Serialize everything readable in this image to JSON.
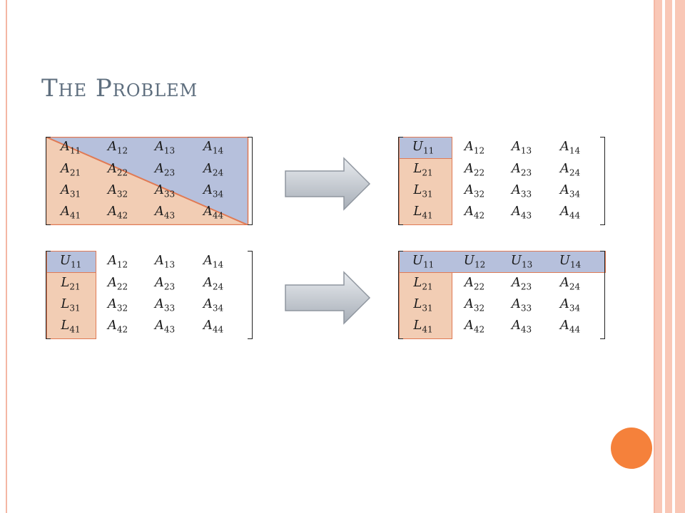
{
  "slide": {
    "title": "The Problem"
  },
  "colors": {
    "orange_fill": "#f2cdb4",
    "orange_border": "#e07a54",
    "blue_fill": "#b6c0dc",
    "accent_circle": "#f5813b"
  },
  "matrices": [
    {
      "cells": [
        [
          "A",
          "11"
        ],
        [
          "A",
          "12"
        ],
        [
          "A",
          "13"
        ],
        [
          "A",
          "14"
        ],
        [
          "A",
          "21"
        ],
        [
          "A",
          "22"
        ],
        [
          "A",
          "23"
        ],
        [
          "A",
          "24"
        ],
        [
          "A",
          "31"
        ],
        [
          "A",
          "32"
        ],
        [
          "A",
          "33"
        ],
        [
          "A",
          "34"
        ],
        [
          "A",
          "41"
        ],
        [
          "A",
          "42"
        ],
        [
          "A",
          "43"
        ],
        [
          "A",
          "44"
        ]
      ]
    },
    {
      "cells": [
        [
          "U",
          "11"
        ],
        [
          "A",
          "12"
        ],
        [
          "A",
          "13"
        ],
        [
          "A",
          "14"
        ],
        [
          "L",
          "21"
        ],
        [
          "A",
          "22"
        ],
        [
          "A",
          "23"
        ],
        [
          "A",
          "24"
        ],
        [
          "L",
          "31"
        ],
        [
          "A",
          "32"
        ],
        [
          "A",
          "33"
        ],
        [
          "A",
          "34"
        ],
        [
          "L",
          "41"
        ],
        [
          "A",
          "42"
        ],
        [
          "A",
          "43"
        ],
        [
          "A",
          "44"
        ]
      ]
    },
    {
      "cells": [
        [
          "U",
          "11"
        ],
        [
          "A",
          "12"
        ],
        [
          "A",
          "13"
        ],
        [
          "A",
          "14"
        ],
        [
          "L",
          "21"
        ],
        [
          "A",
          "22"
        ],
        [
          "A",
          "23"
        ],
        [
          "A",
          "24"
        ],
        [
          "L",
          "31"
        ],
        [
          "A",
          "32"
        ],
        [
          "A",
          "33"
        ],
        [
          "A",
          "34"
        ],
        [
          "L",
          "41"
        ],
        [
          "A",
          "42"
        ],
        [
          "A",
          "43"
        ],
        [
          "A",
          "44"
        ]
      ]
    },
    {
      "cells": [
        [
          "U",
          "11"
        ],
        [
          "U",
          "12"
        ],
        [
          "U",
          "13"
        ],
        [
          "U",
          "14"
        ],
        [
          "L",
          "21"
        ],
        [
          "A",
          "22"
        ],
        [
          "A",
          "23"
        ],
        [
          "A",
          "24"
        ],
        [
          "L",
          "31"
        ],
        [
          "A",
          "32"
        ],
        [
          "A",
          "33"
        ],
        [
          "A",
          "34"
        ],
        [
          "L",
          "41"
        ],
        [
          "A",
          "42"
        ],
        [
          "A",
          "43"
        ],
        [
          "A",
          "44"
        ]
      ]
    }
  ]
}
